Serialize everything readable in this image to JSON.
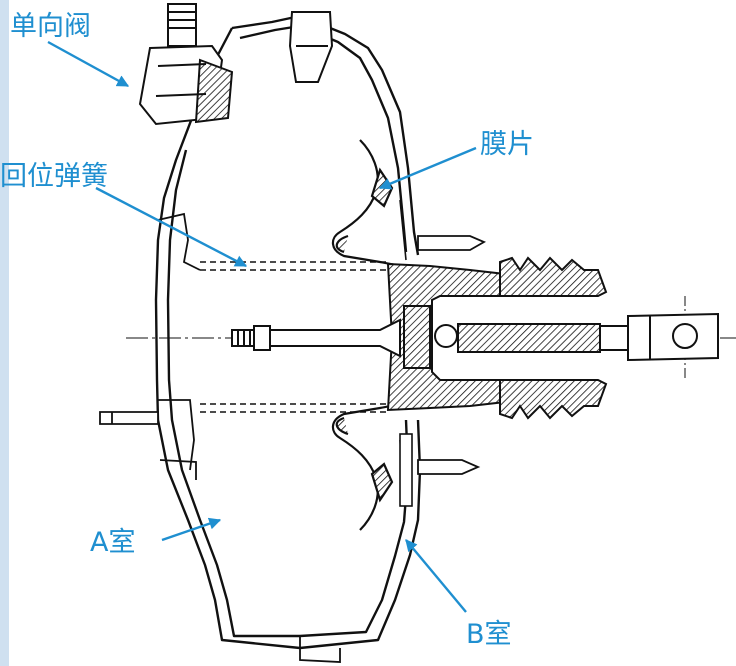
{
  "labels": {
    "check_valve": "单向阀",
    "return_spring": "回位弹簧",
    "diaphragm": "膜片",
    "chamber_a": "A室",
    "chamber_b": "B室"
  },
  "colors": {
    "callout": "#1f8fd0",
    "ink": "#111111",
    "stripe": "#cfe0f0"
  }
}
